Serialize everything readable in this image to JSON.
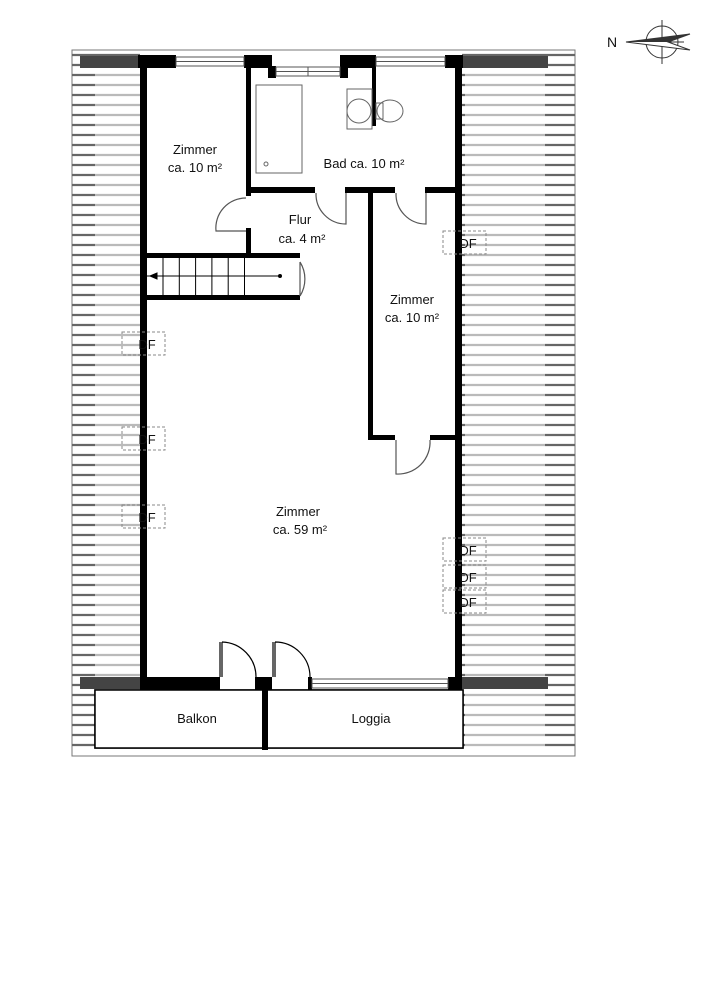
{
  "compass": {
    "label": "N"
  },
  "rooms": [
    {
      "name": "Zimmer",
      "area": "ca. 10 m²"
    },
    {
      "name": "Bad ca. 10 m²",
      "area": ""
    },
    {
      "name": "Flur",
      "area": "ca. 4 m²"
    },
    {
      "name": "Zimmer",
      "area": "ca. 10 m²"
    },
    {
      "name": "Zimmer",
      "area": "ca. 59 m²"
    },
    {
      "name": "Balkon",
      "area": ""
    },
    {
      "name": "Loggia",
      "area": ""
    }
  ],
  "skylight_label": "DF",
  "colors": {
    "wall": "#000000",
    "hatch": "#555555",
    "fixture": "#666666"
  }
}
